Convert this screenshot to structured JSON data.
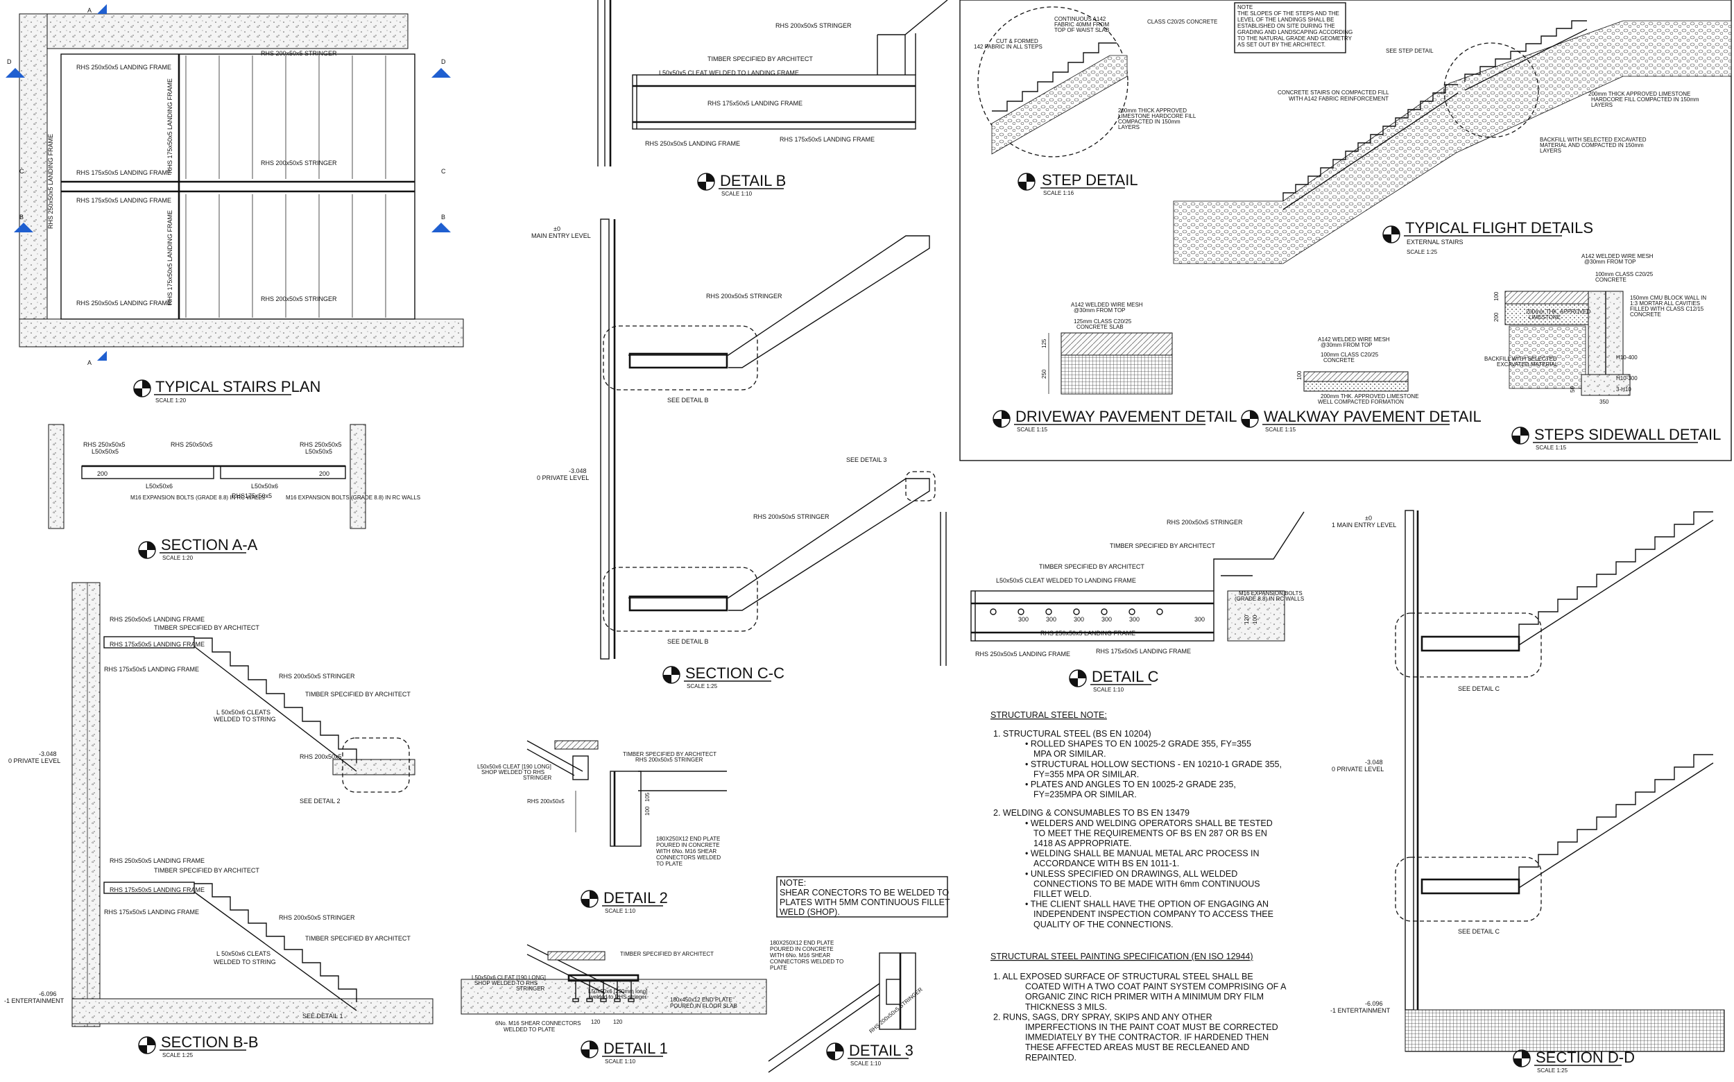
{
  "drawings": [
    {
      "key": "stairs_plan",
      "title": "TYPICAL STAIRS PLAN",
      "scale": "SCALE 1:20",
      "labels": [
        "RHS 250x50x5 LANDING FRAME",
        "RHS 175x50x5 LANDING FRAME",
        "RHS 175x50x5 LANDING FRAME",
        "RHS 250x50x5 LANDING FRAME",
        "RHS 200x50x5 STRINGER",
        "RHS 200x50x5 STRINGER",
        "RHS 200x50x5 STRINGER",
        "RHS 175x50x5 LANDING FRAME",
        "RHS 175x50x5 LANDING FRAME",
        "RHS 250x50x5 LANDING FRAME"
      ],
      "grid_marks": [
        "D",
        "D",
        "C",
        "C",
        "B",
        "B",
        "A",
        "A"
      ]
    },
    {
      "key": "section_aa",
      "title": "SECTION A-A",
      "scale": "SCALE 1:20",
      "labels": [
        "RHS 250x50x5",
        "L50x50x5",
        "RHS 250x50x5",
        "RHS 250x50x5",
        "L50x50x5",
        "200",
        "L50x50x6",
        "RHS175x50x5",
        "200",
        "L50x50x6",
        "M16 EXPANSION BOLTS (GRADE 8.8) IN RC WALLS",
        "M16 EXPANSION BOLTS (GRADE 8.8) IN RC WALLS"
      ]
    },
    {
      "key": "section_bb",
      "title": "SECTION B-B",
      "scale": "SCALE 1:25",
      "labels": [
        "RHS 250x50x5 LANDING FRAME",
        "TIMBER SPECIFIED BY ARCHITECT",
        "RHS 175x50x5 LANDING FRAME",
        "RHS 175x50x5 LANDING FRAME",
        "RHS 200x50x5 STRINGER",
        "TIMBER SPECIFIED BY ARCHITECT",
        "L 50x50x6 CLEATS",
        "WELDED TO STRING",
        "RHS 200x50x5",
        "SEE DETAIL 2",
        "-3.048",
        "0 PRIVATE LEVEL",
        "RHS 250x50x5 LANDING FRAME",
        "TIMBER SPECIFIED BY ARCHITECT",
        "RHS 175x50x5 LANDING FRAME",
        "RHS 175x50x5 LANDING FRAME",
        "RHS 200x50x5 STRINGER",
        "TIMBER SPECIFIED BY ARCHITECT",
        "L 50x50x6 CLEATS",
        "WELDED TO STRING",
        "-6.096",
        "-1 ENTERTAINMENT",
        "SEE DETAIL 1"
      ]
    },
    {
      "key": "detail_b",
      "title": "DETAIL B",
      "scale": "SCALE 1:10",
      "labels": [
        "RHS 200x50x5 STRINGER",
        "TIMBER SPECIFIED BY ARCHITECT",
        "L50x50x5 CLEAT WELDED TO LANDING FRAME",
        "RHS 175x50x5 LANDING FRAME",
        "RHS 250x50x5 LANDING FRAME",
        "RHS 175x50x5 LANDING FRAME"
      ]
    },
    {
      "key": "section_cc",
      "title": "SECTION C-C",
      "scale": "SCALE 1:25",
      "labels": [
        "±0",
        "MAIN ENTRY LEVEL",
        "RHS 200x50x5 STRINGER",
        "SEE DETAIL B",
        "-3.048",
        "0 PRIVATE LEVEL",
        "SEE DETAIL 3",
        "RHS 200x50x5 STRINGER",
        "SEE DETAIL B"
      ]
    },
    {
      "key": "detail_2",
      "title": "DETAIL 2",
      "scale": "SCALE 1:10",
      "labels": [
        "TIMBER SPECIFIED BY ARCHITECT",
        "RHS 200x50x5 STRINGER",
        "L50x50x6 CLEAT [190 LONG]",
        "SHOP WELDED TO RHS",
        "STRINGER",
        "RHS 200x50x5",
        "105",
        "100",
        "180X250X12 END PLATE",
        "POURED IN CONCRETE",
        "WITH 6No. M16 SHEAR",
        "CONNECTORS WELDED",
        "TO PLATE"
      ]
    },
    {
      "key": "detail_1",
      "title": "DETAIL 1",
      "scale": "SCALE 1:10",
      "labels": [
        "TIMBER SPECIFIED BY ARCHITECT",
        "L50x50x6 CLEAT [190 LONG]",
        "SHOP WELDED TO RHS",
        "STRINGER",
        "L50x50x6 [230mm long]",
        "welded to RHS stringer",
        "180x450x12 END PLATE",
        "POURED IN FLOOR SLAB",
        "6No. M16 SHEAR CONNECTORS",
        "WELDED TO PLATE",
        "120",
        "120"
      ]
    },
    {
      "key": "detail_3",
      "title": "DETAIL 3",
      "scale": "SCALE 1:10",
      "note": [
        "NOTE:",
        "SHEAR CONECTORS TO BE WELDED TO",
        "PLATES WITH 5MM CONTINUOUS FILLET",
        "WELD (SHOP)."
      ],
      "labels": [
        "180X250X12 END PLATE",
        "POURED IN CONCRETE",
        "WITH 6No. M16 SHEAR",
        "CONNECTORS WELDED TO",
        "PLATE",
        "RHS 200x50x5 STRINGER"
      ]
    },
    {
      "key": "detail_c",
      "title": "DETAIL C",
      "scale": "SCALE 1:10",
      "labels": [
        "RHS 200x50x5 STRINGER",
        "TIMBER SPECIFIED BY ARCHITECT",
        "TIMBER SPECIFIED BY ARCHITECT",
        "L50x50x5 CLEAT WELDED TO LANDING FRAME",
        "M16 EXPANSION BOLTS",
        "(GRADE 8.8) IN RC WALLS",
        "300",
        "300",
        "300",
        "300",
        "300",
        "300",
        "RHS 250x50x5 LANDING FRAME",
        "RHS 175x50x5 LANDING FRAME",
        "RHS 250x50x5 LANDING FRAME",
        "120",
        "100"
      ]
    },
    {
      "key": "section_dd",
      "title": "SECTION D-D",
      "scale": "SCALE 1:25",
      "labels": [
        "±0",
        "1 MAIN ENTRY LEVEL",
        "SEE DETAIL C",
        "-3.048",
        "0 PRIVATE LEVEL",
        "SEE DETAIL C",
        "-6.096",
        "-1 ENTERTAINMENT"
      ]
    },
    {
      "key": "step_detail",
      "title": "STEP DETAIL",
      "scale": "SCALE 1:16",
      "labels": [
        "CONTINUOUS A142",
        "FABRIC 40MM FROM",
        "TOP OF WAIST SLAB",
        "CUT & FORMED",
        "142 FABRIC IN ALL STEPS",
        "CLASS C20/25 CONCRETE",
        "200mm THICK APPROVED",
        "LIMESTONE HARDCORE FILL",
        "COMPACTED IN 150mm",
        "LAYERS"
      ]
    },
    {
      "key": "flight_details",
      "title": "TYPICAL FLIGHT DETAILS",
      "subtitle": "EXTERNAL STAIRS",
      "scale": "SCALE 1:25",
      "note": [
        "NOTE",
        "THE SLOPES OF THE STEPS AND THE",
        "LEVEL OF THE LANDINGS SHALL BE",
        "ESTABLISHED ON SITE DURING THE",
        "GRADING AND LANDSCAPING ACCORDING",
        "TO THE NATURAL GRADE AND GEOMETRY",
        "AS SET OUT BY THE ARCHITECT."
      ],
      "labels": [
        "SEE STEP DETAIL",
        "CONCRETE STAIRS ON COMPACTED FILL",
        "WITH A142 FABRIC REINFORCEMENT",
        "200mm THICK APPROVED LIMESTONE",
        "HARDCORE FILL COMPACTED IN 150mm",
        "LAYERS",
        "BACKFILL WITH SELECTED EXCAVATED",
        "MATERIAL AND COMPACTED IN 150mm",
        "LAYERS"
      ]
    },
    {
      "key": "driveway",
      "title": "DRIVEWAY PAVEMENT DETAIL",
      "scale": "SCALE 1:15",
      "labels": [
        "A142 WELDED WIRE MESH",
        "@30mm FROM TOP",
        "125mm CLASS C20/25",
        "CONCRETE SLAB",
        "125",
        "250"
      ]
    },
    {
      "key": "walkway",
      "title": "WALKWAY PAVEMENT DETAIL",
      "scale": "SCALE 1:15",
      "labels": [
        "A142 WELDED WIRE MESH",
        "@30mm FROM TOP",
        "100mm CLASS C20/25",
        "CONCRETE",
        "200mm THK. APPROVED LIMESTONE",
        "WELL COMPACTED FORMATION",
        "100"
      ]
    },
    {
      "key": "sidewall",
      "title": "STEPS SIDEWALL DETAIL",
      "scale": "SCALE 1:15",
      "labels": [
        "A142 WELDED WIRE MESH",
        "@30mm FROM TOP",
        "100mm CLASS C20/25",
        "CONCRETE",
        "150mm CMU BLOCK WALL IN",
        "1:3 MORTAR ALL CAVITIES",
        "FILLED WITH CLASS C12/15",
        "CONCRETE",
        "200mm THK. APPROVED",
        "LIMESTONE",
        "BACKFILL WITH SELECTED",
        "EXCAVATED MATERIAL",
        "H10-400",
        "H10-300",
        "3-H10",
        "100",
        "200",
        "50",
        "350"
      ]
    }
  ],
  "notes": {
    "heading": "STRUCTURAL STEEL NOTE:",
    "lines": [
      "1.    STRUCTURAL STEEL (BS EN 10204)",
      "•   ROLLED SHAPES TO EN 10025-2 GRADE 355, FY=355",
      "MPA OR SIMILAR.",
      "•   STRUCTURAL HOLLOW SECTIONS - EN 10210-1 GRADE 355,",
      "FY=355 MPA OR SIMILAR.",
      "•   PLATES AND ANGLES TO EN 10025-2 GRADE 235,",
      "FY=235MPA OR SIMILAR.",
      "2.    WELDING & CONSUMABLES  TO BS EN 13479",
      "•   WELDERS AND WELDING OPERATORS SHALL BE TESTED",
      "TO MEET THE REQUIREMENTS OF BS EN 287 OR BS  EN",
      "1418 AS APPROPRIATE.",
      "•   WELDING SHALL BE MANUAL METAL ARC PROCESS IN",
      "ACCORDANCE WITH BS EN 1011-1.",
      "•   UNLESS SPECIFIED ON DRAWINGS, ALL WELDED",
      "CONNECTIONS TO BE MADE WITH 6mm CONTINUOUS",
      "FILLET WELD.",
      "•   THE CLIENT SHALL HAVE THE OPTION OF ENGAGING AN",
      "INDEPENDENT INSPECTION COMPANY TO ACCESS THEE",
      "QUALITY OF THE  CONNECTIONS."
    ],
    "painting_heading": "STRUCTURAL STEEL PAINTING SPECIFICATION (EN ISO 12944)",
    "painting_lines": [
      "1.    ALL EXPOSED SURFACE OF STRUCTURAL STEEL SHALL BE",
      "COATED WITH A TWO COAT PAINT SYSTEM COMPRISING OF A",
      "ORGANIC ZINC RICH PRIMER WITH A MINIMUM DRY FILM",
      "THICKNESS 3 MILS.",
      "2.    RUNS, SAGS, DRY SPRAY, SKIPS AND ANY OTHER",
      "IMPERFECTIONS IN THE PAINT COAT MUST BE CORRECTED",
      "IMMEDIATELY BY THE CONTRACTOR. IF HARDENED THEN",
      "THESE AFFECTED AREAS MUST BE RECLEANED AND",
      "REPAINTED."
    ]
  },
  "colors": {
    "section_marker": "#1f5fd0",
    "ink": "#111111",
    "paper": "#ffffff"
  }
}
